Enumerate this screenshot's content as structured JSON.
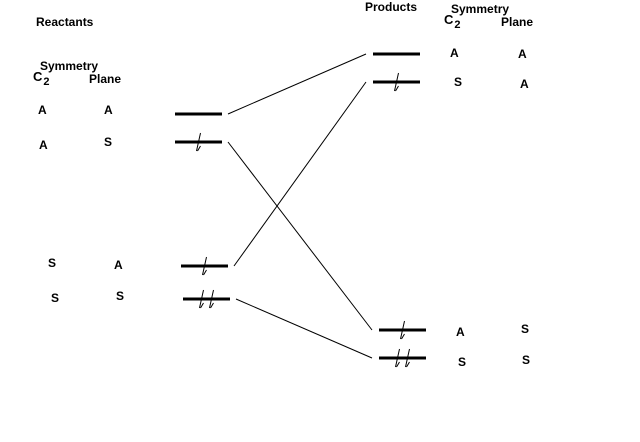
{
  "reactants": {
    "title": "Reactants",
    "symmetry_heading": "Symmetry",
    "c2_heading": "C",
    "c2_subscript": "2",
    "plane_heading": "Plane",
    "orbitals": [
      {
        "c2": "A",
        "plane": "A",
        "electrons": 0
      },
      {
        "c2": "A",
        "plane": "S",
        "electrons": 1
      },
      {
        "c2": "S",
        "plane": "A",
        "electrons": 1
      },
      {
        "c2": "S",
        "plane": "S",
        "electrons": 2
      }
    ]
  },
  "products": {
    "title": "Products",
    "symmetry_heading": "Symmetry",
    "c2_heading": "C",
    "c2_subscript": "2",
    "plane_heading": "Plane",
    "orbitals": [
      {
        "c2": "A",
        "plane": "A",
        "electrons": 0
      },
      {
        "c2": "S",
        "plane": "A",
        "electrons": 1
      },
      {
        "c2": "A",
        "plane": "S",
        "electrons": 1
      },
      {
        "c2": "S",
        "plane": "S",
        "electrons": 2
      }
    ]
  },
  "correlations": [
    {
      "reactant": 0,
      "product": 0
    },
    {
      "reactant": 1,
      "product": 2
    },
    {
      "reactant": 2,
      "product": 1
    },
    {
      "reactant": 3,
      "product": 3
    }
  ]
}
